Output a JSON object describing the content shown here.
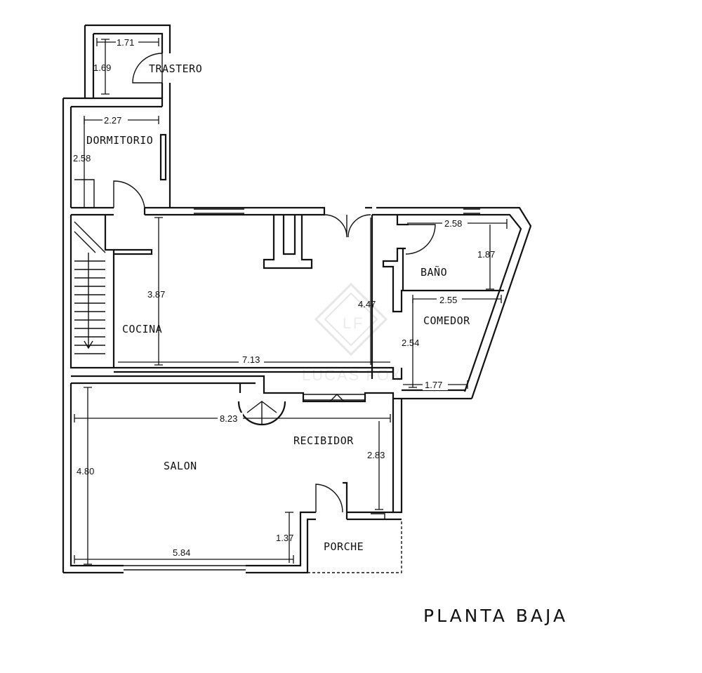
{
  "plan": {
    "title": "PLANTA BAJA",
    "rooms": {
      "trastero": "TRASTERO",
      "dormitorio": "DORMITORIO",
      "cocina": "COCINA",
      "bano": "BAÑO",
      "comedor": "COMEDOR",
      "recibidor": "RECIBIDOR",
      "salon": "SALON",
      "porche": "PORCHE"
    },
    "dimensions": {
      "trastero_width": "1.71",
      "trastero_height": "1.69",
      "dormitorio_width": "2.27",
      "dormitorio_height": "2.58",
      "cocina_height": "3.87",
      "cocina_width": "7.13",
      "central_height": "4.47",
      "bano_width": "2.58",
      "bano_height": "1.87",
      "comedor_width": "2.55",
      "comedor_height": "2.54",
      "comedor_bottom": "1.77",
      "salon_full_width": "8.23",
      "recibidor_height": "2.83",
      "salon_height": "4.80",
      "salon_width": "5.84",
      "porche_height": "1.37"
    },
    "watermark": "LUCAS FOX"
  }
}
